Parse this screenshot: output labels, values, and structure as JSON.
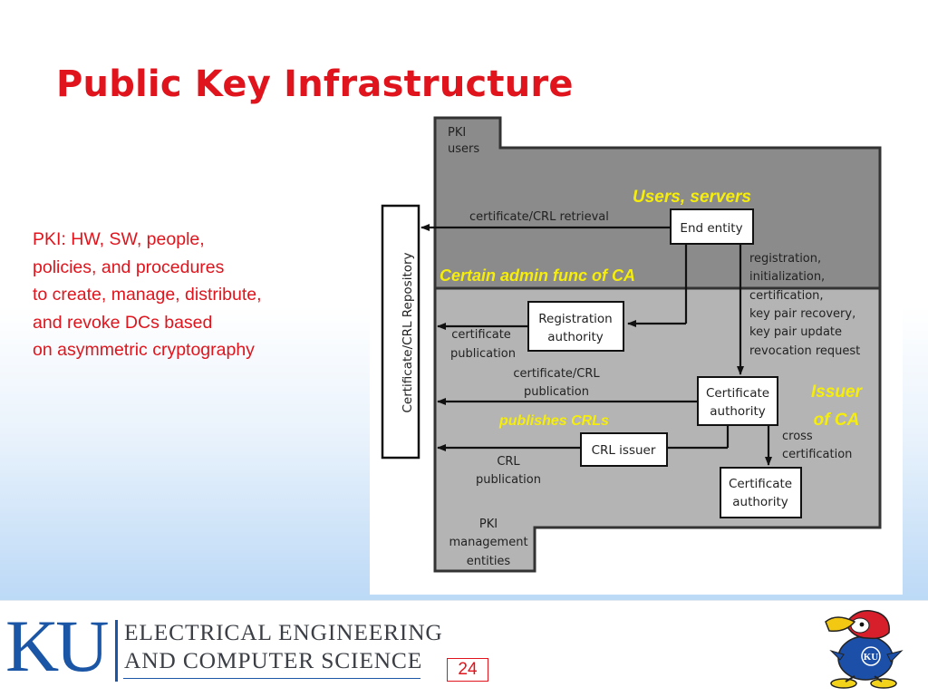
{
  "slide": {
    "title": "Public Key Infrastructure",
    "body_lines": [
      "PKI: HW, SW, people,",
      "policies, and procedures",
      "to create, manage, distribute,",
      "and revoke DCs based",
      "on asymmetric cryptography"
    ],
    "page_number": "24"
  },
  "diagram": {
    "pki_users_label": [
      "PKI",
      "users"
    ],
    "pki_management_label": [
      "PKI",
      "management",
      "entities"
    ],
    "repository_label": "Certificate/CRL Repository",
    "boxes": {
      "end_entity": [
        "End entity"
      ],
      "registration_authority": [
        "Registration",
        "authority"
      ],
      "certificate_authority": [
        "Certificate",
        "authority"
      ],
      "crl_issuer": [
        "CRL issuer"
      ],
      "certificate_authority_2": [
        "Certificate",
        "authority"
      ]
    },
    "flows": {
      "certificate_crl_retrieval": [
        "certificate/CRL retrieval"
      ],
      "certificate_publication": [
        "certificate",
        "publication"
      ],
      "certificate_crl_publication": [
        "certificate/CRL",
        "publication"
      ],
      "crl_publication": [
        "CRL",
        "publication"
      ],
      "registration_requests": [
        "registration,",
        "initialization,",
        "certification,",
        "key pair recovery,",
        "key pair update",
        "revocation request"
      ],
      "cross_certification": [
        "cross",
        "certification"
      ]
    },
    "annotations": {
      "users_servers": "Users, servers",
      "admin_func": "Certain admin func of CA",
      "issuer_of_ca": [
        "Issuer",
        "of CA"
      ],
      "publishes_crls": "publishes CRLs"
    }
  },
  "footer": {
    "logo_letters": "KU",
    "department_lines": [
      "ELECTRICAL ENGINEERING",
      "AND COMPUTER SCIENCE"
    ]
  },
  "colors": {
    "title_red": "#e0141c",
    "annotation_yellow": "#f6ee0a",
    "users_region_gray": "#8b8b8b",
    "mgmt_region_gray": "#b4b4b4",
    "ku_blue": "#1a56a5"
  }
}
